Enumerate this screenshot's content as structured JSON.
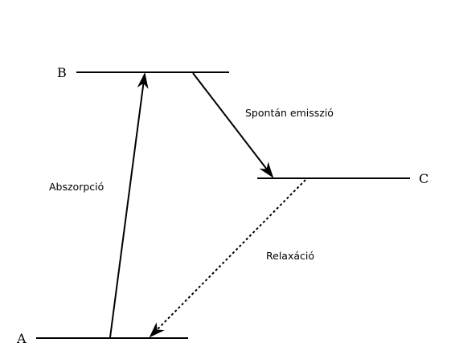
{
  "levels": [
    {
      "id": "A",
      "label": "A"
    },
    {
      "id": "B",
      "label": "B"
    },
    {
      "id": "C",
      "label": "C"
    }
  ],
  "transitions": {
    "absorption": {
      "label": "Abszorpció",
      "from": "A",
      "to": "B",
      "style": "solid"
    },
    "spontaneous_emission": {
      "label": "Spontán emisszió",
      "from": "B",
      "to": "C",
      "style": "solid"
    },
    "relaxation": {
      "label": "Relaxáció",
      "from": "C",
      "to": "A",
      "style": "dotted"
    }
  },
  "colors": {
    "line": "#000000",
    "background": "#ffffff"
  }
}
